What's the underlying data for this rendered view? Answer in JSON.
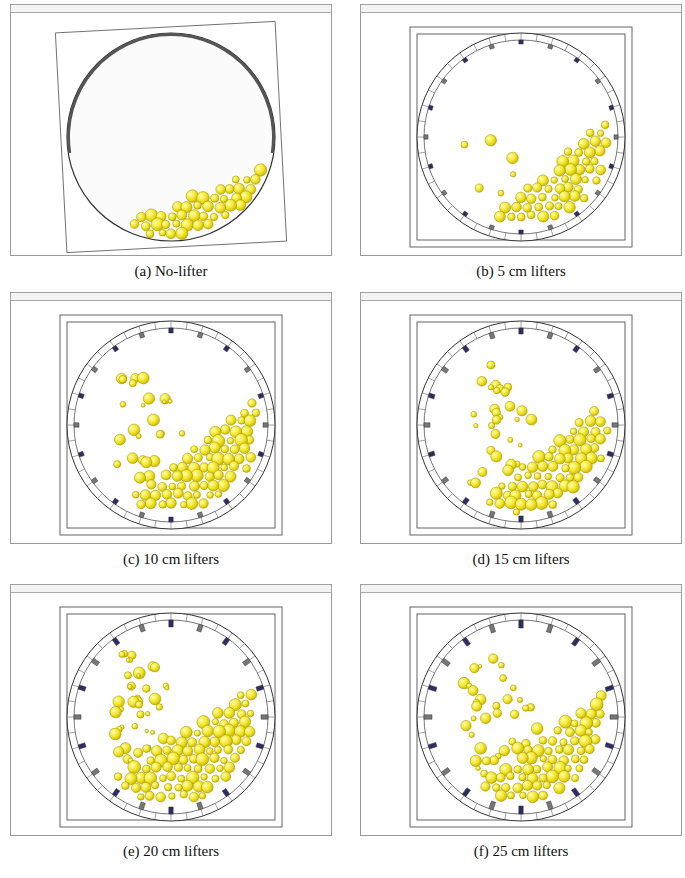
{
  "diagram": {
    "nodes": [
      {
        "text": [
          "(a) No-lifter"
        ]
      },
      {
        "text": [
          "(b) 5 cm lifters"
        ]
      },
      {
        "text": [
          "(c) 10 cm lifters"
        ]
      },
      {
        "text": [
          "(d) 15 cm lifters"
        ]
      },
      {
        "text": [
          "(e) 20 cm lifters"
        ]
      },
      {
        "text": [
          "(f) 25 cm lifters"
        ]
      }
    ]
  }
}
